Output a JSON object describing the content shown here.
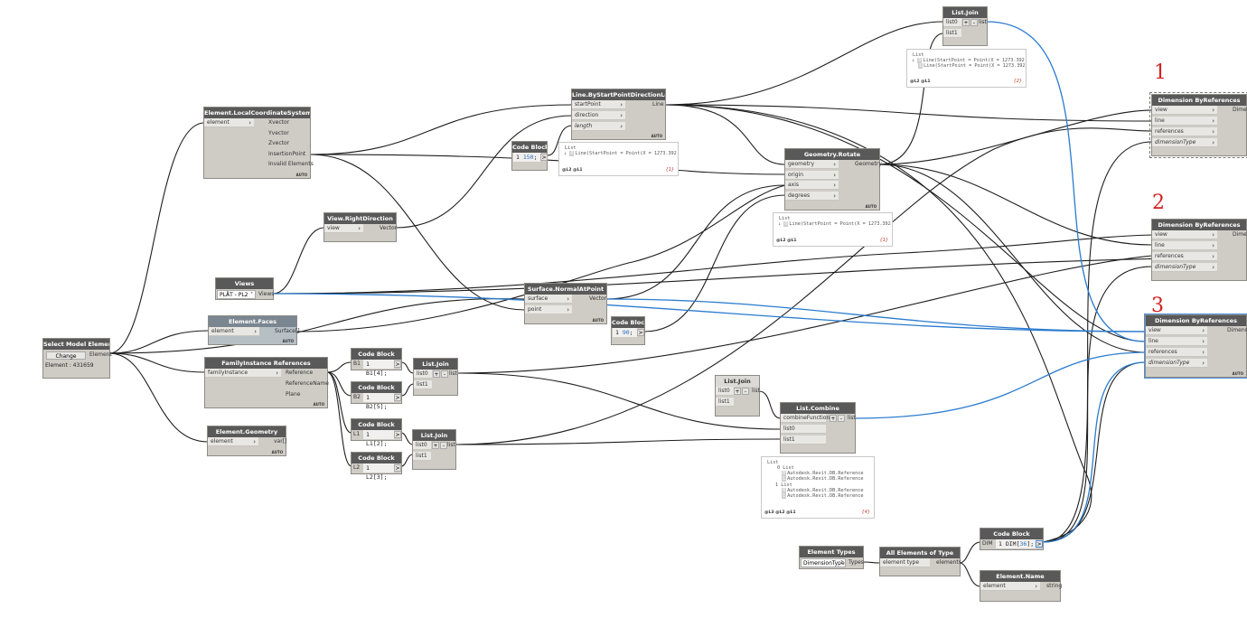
{
  "labels": {
    "one": "1",
    "two": "2",
    "three": "3"
  },
  "colors": {
    "wire": "#1e1e1e",
    "wire_selected": "#2a7bcf",
    "node_header": "#595959",
    "node_body": "#cfccc6"
  },
  "nodes": {
    "select_model_element": {
      "title": "Select Model Element",
      "change": "Change",
      "out": "Element",
      "info": "Element : 431659"
    },
    "local_cs": {
      "title": "Element.LocalCoordinateSystem",
      "in": [
        "element"
      ],
      "out": [
        "Xvector",
        "Yvector",
        "Zvector",
        "InsertionPoint",
        "Invalid Elements"
      ],
      "lacing": "AUTO"
    },
    "view_right": {
      "title": "View.RightDirection",
      "in": [
        "view"
      ],
      "out": [
        "Vector"
      ]
    },
    "views": {
      "title": "Views",
      "value": "PLÅT - PL2",
      "out": "Views"
    },
    "element_faces": {
      "title": "Element.Faces",
      "in": [
        "element"
      ],
      "out": [
        "Surface[]"
      ],
      "lacing": "AUTO"
    },
    "family_refs": {
      "title": "FamilyInstance References",
      "in": [
        "familyInstance"
      ],
      "out": [
        "Reference",
        "ReferenceName",
        "Plane"
      ],
      "lacing": "AUTO"
    },
    "element_geometry": {
      "title": "Element.Geometry",
      "in": [
        "element"
      ],
      "out": [
        "var[]"
      ],
      "lacing": "AUTO"
    },
    "cb_150": {
      "title": "Code Block",
      "code_a": "150",
      "code_b": ";",
      "line": "1"
    },
    "line_by": {
      "title": "Line.ByStartPointDirectionLength",
      "in": [
        "startPoint",
        "direction",
        "length"
      ],
      "out": [
        "Line"
      ],
      "lacing": "AUTO"
    },
    "surf_normal": {
      "title": "Surface.NormalAtPoint",
      "in": [
        "surface",
        "point"
      ],
      "out": [
        "Vector"
      ],
      "lacing": "AUTO"
    },
    "cb_90": {
      "title": "Code Block",
      "code_a": "90",
      "code_b": ";",
      "line": "1"
    },
    "geo_rotate": {
      "title": "Geometry.Rotate",
      "in": [
        "geometry",
        "origin",
        "axis",
        "degrees"
      ],
      "out": [
        "Geometry"
      ],
      "lacing": "AUTO"
    },
    "cb_b1": {
      "title": "Code Block",
      "var": "B1",
      "code": "B1[4];",
      "line": "1"
    },
    "cb_b2": {
      "title": "Code Block",
      "var": "B2",
      "code": "B2[5];",
      "line": "1"
    },
    "cb_l1": {
      "title": "Code Block",
      "var": "L1",
      "code": "L1[2];",
      "line": "1"
    },
    "cb_l2": {
      "title": "Code Block",
      "var": "L2",
      "code": "L2[3];",
      "line": "1"
    },
    "list_join_1": {
      "title": "List.Join",
      "in": [
        "list0",
        "list1"
      ],
      "out": [
        "list"
      ]
    },
    "list_join_2": {
      "title": "List.Join",
      "in": [
        "list0",
        "list1"
      ],
      "out": [
        "list"
      ]
    },
    "list_join_top": {
      "title": "List.Join",
      "in": [
        "list0",
        "list1"
      ],
      "out": [
        "list"
      ]
    },
    "list_join_mid": {
      "title": "List.Join",
      "in": [
        "list0",
        "list1"
      ],
      "out": [
        "list"
      ]
    },
    "list_combine": {
      "title": "List.Combine",
      "in": [
        "combineFunction",
        "list0",
        "list1"
      ],
      "out": [
        "list"
      ]
    },
    "dim_refs_1": {
      "title": "Dimension ByReferences",
      "in": [
        "view",
        "line",
        "references",
        "dimensionType"
      ],
      "out": [
        "Dimen"
      ]
    },
    "dim_refs_2": {
      "title": "Dimension ByReferences",
      "in": [
        "view",
        "line",
        "references",
        "dimensionType"
      ],
      "out": [
        "Dimen"
      ]
    },
    "dim_refs_3": {
      "title": "Dimension ByReferences",
      "in": [
        "view",
        "line",
        "references",
        "dimensionType"
      ],
      "out": [
        "Dimensi"
      ],
      "lacing": "AUTO"
    },
    "element_types": {
      "title": "Element Types",
      "value": "DimensionType",
      "out": "Types"
    },
    "all_elements": {
      "title": "All Elements of Type",
      "in": [
        "element type"
      ],
      "out": [
        "elements"
      ]
    },
    "cb_dim": {
      "title": "Code Block",
      "var": "DIM",
      "code_pre": "DIM[",
      "code_num": "36",
      "code_post": "];",
      "line": "1"
    },
    "element_name": {
      "title": "Element.Name",
      "in": [
        "element"
      ],
      "out": [
        "string"
      ]
    }
  },
  "previews": {
    "top_join": {
      "head": "List",
      "rows": [
        "Line(StartPoint = Point(X = 1273.392",
        "Line(StartPoint = Point(X = 1273.392"
      ],
      "badges": [
        "0",
        "1"
      ],
      "levels": "@L2 @L1",
      "count": "{2}"
    },
    "line_by": {
      "head": "List",
      "rows": [
        "Line(StartPoint = Point(X = 1273.392"
      ],
      "badges": [
        "0"
      ],
      "levels": "@L2 @L1",
      "count": "{1}"
    },
    "rotate": {
      "head": "List",
      "rows": [
        "Line(StartPoint = Point(X = 1273.392"
      ],
      "badges": [
        "0"
      ],
      "levels": "@L2 @L1",
      "count": "{1}"
    },
    "combine": {
      "head": "List",
      "sub": [
        "0 List",
        "1 List"
      ],
      "rows": [
        "Autodesk.Revit.DB.Reference",
        "Autodesk.Revit.DB.Reference",
        "Autodesk.Revit.DB.Reference",
        "Autodesk.Revit.DB.Reference"
      ],
      "badges": [
        "0",
        "1",
        "0",
        "1"
      ],
      "levels": "@L3 @L2 @L1",
      "count": "{4}"
    }
  }
}
